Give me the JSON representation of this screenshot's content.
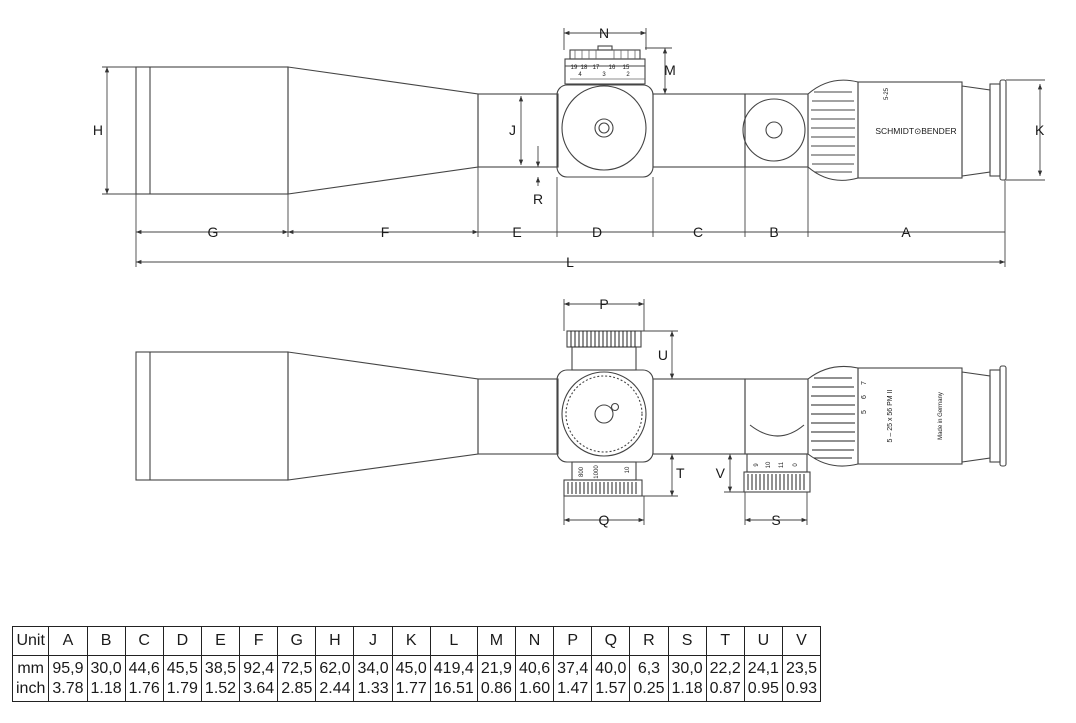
{
  "top_view": {
    "dimension_labels": {
      "A": "A",
      "B": "B",
      "C": "C",
      "D": "D",
      "E": "E",
      "F": "F",
      "G": "G",
      "H": "H",
      "J": "J",
      "K": "K",
      "L": "L",
      "M": "M",
      "N": "N",
      "R": "R"
    },
    "brand_text": "SCHMIDT⊙BENDER",
    "turret_scale": [
      "19",
      "18",
      "17",
      "16",
      "15",
      "4",
      "3",
      "2"
    ],
    "ring_marks": [
      "5-25"
    ]
  },
  "side_view": {
    "dimension_labels": {
      "P": "P",
      "U": "U",
      "T": "T",
      "V": "V",
      "Q": "Q",
      "S": "S"
    },
    "model_text": "5 – 25 x 56 PM II",
    "made_in_text": "Made in Germany",
    "mag_scale": [
      "5",
      "6",
      "7"
    ],
    "parallax_scale": [
      "1000",
      "800",
      "10"
    ],
    "side_focus_scale": [
      "9",
      "10",
      "11",
      "0"
    ]
  },
  "table": {
    "headers": [
      "Unit",
      "A",
      "B",
      "C",
      "D",
      "E",
      "F",
      "G",
      "H",
      "J",
      "K",
      "L",
      "M",
      "N",
      "P",
      "Q",
      "R",
      "S",
      "T",
      "U",
      "V"
    ],
    "rows": [
      [
        "mm",
        "95,9",
        "30,0",
        "44,6",
        "45,5",
        "38,5",
        "92,4",
        "72,5",
        "62,0",
        "34,0",
        "45,0",
        "419,4",
        "21,9",
        "40,6",
        "37,4",
        "40,0",
        "6,3",
        "30,0",
        "22,2",
        "24,1",
        "23,5"
      ],
      [
        "inch",
        "3.78",
        "1.18",
        "1.76",
        "1.79",
        "1.52",
        "3.64",
        "2.85",
        "2.44",
        "1.33",
        "1.77",
        "16.51",
        "0.86",
        "1.60",
        "1.47",
        "1.57",
        "0.25",
        "1.18",
        "0.87",
        "0.95",
        "0.93"
      ]
    ]
  }
}
